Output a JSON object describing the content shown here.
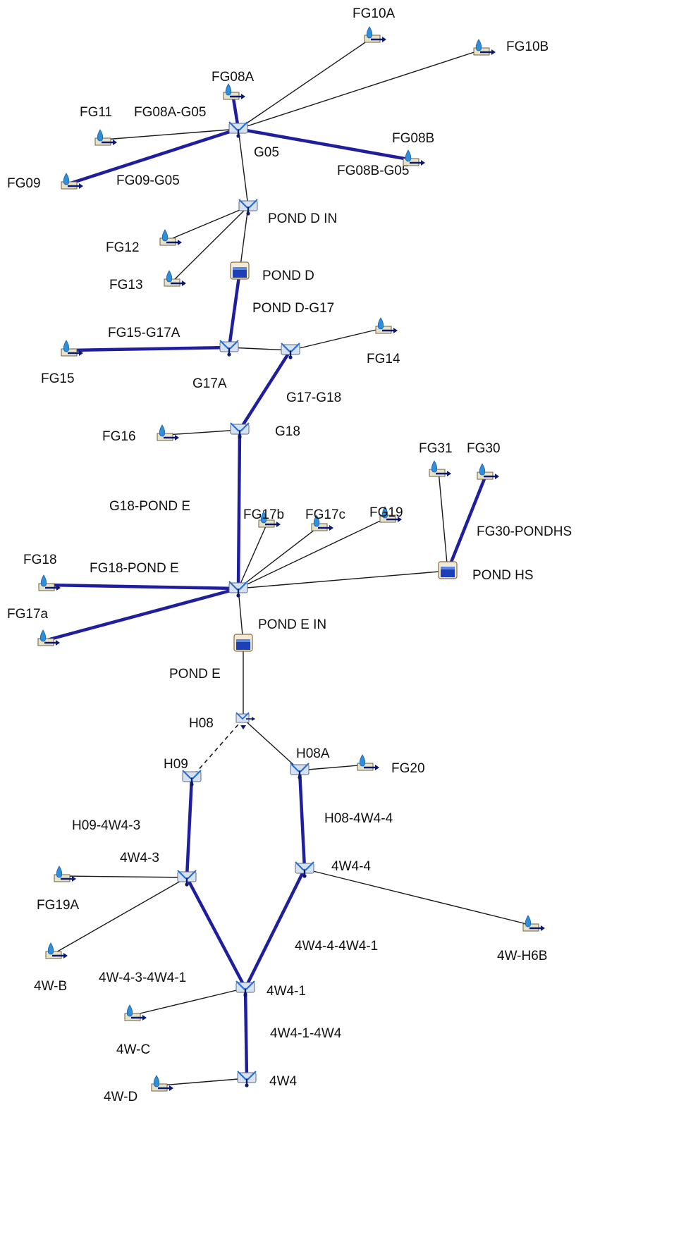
{
  "colors": {
    "link_thin": "#1a1a1a",
    "link_main": "#1f1f9e",
    "catchment_water": "#2f8fd8",
    "node_blue": "#2d6fd0",
    "pond_fill": "#1d3fb8",
    "pond_frame": "#8a6a3a"
  },
  "nodes": [
    {
      "id": "FG10A",
      "label": "FG10A",
      "icon": "catchment-icon"
    },
    {
      "id": "FG10B",
      "label": "FG10B",
      "icon": "catchment-icon"
    },
    {
      "id": "FG08A",
      "label": "FG08A",
      "icon": "catchment-icon"
    },
    {
      "id": "FG11",
      "label": "FG11",
      "icon": "catchment-icon"
    },
    {
      "id": "G05",
      "label": "G05",
      "icon": "junction-icon"
    },
    {
      "id": "FG08B",
      "label": "FG08B",
      "icon": "catchment-icon"
    },
    {
      "id": "FG09",
      "label": "FG09",
      "icon": "catchment-icon"
    },
    {
      "id": "PONDDIN",
      "label": "POND D IN",
      "icon": "junction-icon"
    },
    {
      "id": "FG12",
      "label": "FG12",
      "icon": "catchment-icon"
    },
    {
      "id": "FG13",
      "label": "FG13",
      "icon": "catchment-icon"
    },
    {
      "id": "PONDD",
      "label": "POND D",
      "icon": "pond-icon"
    },
    {
      "id": "FG14",
      "label": "FG14",
      "icon": "catchment-icon"
    },
    {
      "id": "FG15",
      "label": "FG15",
      "icon": "catchment-icon"
    },
    {
      "id": "G17A",
      "label": "G17A",
      "icon": "junction-icon"
    },
    {
      "id": "G17",
      "label": "",
      "icon": "junction-icon"
    },
    {
      "id": "FG16",
      "label": "FG16",
      "icon": "catchment-icon"
    },
    {
      "id": "G18",
      "label": "G18",
      "icon": "junction-icon"
    },
    {
      "id": "FG31",
      "label": "FG31",
      "icon": "catchment-icon"
    },
    {
      "id": "FG30",
      "label": "FG30",
      "icon": "catchment-icon"
    },
    {
      "id": "FG17b",
      "label": "FG17b",
      "icon": "catchment-icon"
    },
    {
      "id": "FG17c",
      "label": "FG17c",
      "icon": "catchment-icon"
    },
    {
      "id": "FG19",
      "label": "FG19",
      "icon": "catchment-icon"
    },
    {
      "id": "FG18",
      "label": "FG18",
      "icon": "catchment-icon"
    },
    {
      "id": "PONDHS",
      "label": "POND HS",
      "icon": "pond-icon"
    },
    {
      "id": "PONDEIN",
      "label": "POND E IN",
      "icon": "junction-icon"
    },
    {
      "id": "FG17a",
      "label": "FG17a",
      "icon": "catchment-icon"
    },
    {
      "id": "PONDE",
      "label": "POND E",
      "icon": "pond-icon"
    },
    {
      "id": "H08",
      "label": "H08",
      "icon": "outfall-icon"
    },
    {
      "id": "H09",
      "label": "H09",
      "icon": "junction-icon"
    },
    {
      "id": "H08A",
      "label": "H08A",
      "icon": "junction-icon"
    },
    {
      "id": "FG20",
      "label": "FG20",
      "icon": "catchment-icon"
    },
    {
      "id": "4W4-3",
      "label": "4W4-3",
      "icon": "junction-icon"
    },
    {
      "id": "4W4-4",
      "label": "4W4-4",
      "icon": "junction-icon"
    },
    {
      "id": "FG19A",
      "label": "FG19A",
      "icon": "catchment-icon"
    },
    {
      "id": "4W-B",
      "label": "4W-B",
      "icon": "catchment-icon"
    },
    {
      "id": "4W-H6B",
      "label": "4W-H6B",
      "icon": "catchment-icon"
    },
    {
      "id": "4W4-1",
      "label": "4W4-1",
      "icon": "junction-icon"
    },
    {
      "id": "4W-C",
      "label": "4W-C",
      "icon": "catchment-icon"
    },
    {
      "id": "4W4",
      "label": "4W4",
      "icon": "junction-icon"
    },
    {
      "id": "4W-D",
      "label": "4W-D",
      "icon": "catchment-icon"
    }
  ],
  "links": [
    {
      "from": "FG08A",
      "to": "G05",
      "kind": "main",
      "label": "FG08A-G05"
    },
    {
      "from": "FG10A",
      "to": "G05",
      "kind": "thin",
      "label": ""
    },
    {
      "from": "FG10B",
      "to": "G05",
      "kind": "thin",
      "label": ""
    },
    {
      "from": "FG11",
      "to": "G05",
      "kind": "thin",
      "label": ""
    },
    {
      "from": "FG09",
      "to": "G05",
      "kind": "main",
      "label": "FG09-G05"
    },
    {
      "from": "FG08B",
      "to": "G05",
      "kind": "main",
      "label": "FG08B-G05"
    },
    {
      "from": "G05",
      "to": "PONDDIN",
      "kind": "thin",
      "label": ""
    },
    {
      "from": "FG12",
      "to": "PONDDIN",
      "kind": "thin",
      "label": ""
    },
    {
      "from": "FG13",
      "to": "PONDDIN",
      "kind": "thin",
      "label": ""
    },
    {
      "from": "PONDDIN",
      "to": "PONDD",
      "kind": "thin",
      "label": ""
    },
    {
      "from": "PONDD",
      "to": "G17A",
      "kind": "main",
      "label": "POND D-G17"
    },
    {
      "from": "FG15",
      "to": "G17A",
      "kind": "main",
      "label": "FG15-G17A"
    },
    {
      "from": "G17A",
      "to": "G17",
      "kind": "thin",
      "label": ""
    },
    {
      "from": "FG14",
      "to": "G17",
      "kind": "thin",
      "label": ""
    },
    {
      "from": "G17",
      "to": "G18",
      "kind": "main",
      "label": "G17-G18"
    },
    {
      "from": "FG16",
      "to": "G18",
      "kind": "thin",
      "label": ""
    },
    {
      "from": "G18",
      "to": "PONDEIN",
      "kind": "main",
      "label": "G18-POND E"
    },
    {
      "from": "FG17b",
      "to": "PONDEIN",
      "kind": "thin",
      "label": ""
    },
    {
      "from": "FG17c",
      "to": "PONDEIN",
      "kind": "thin",
      "label": ""
    },
    {
      "from": "FG19",
      "to": "PONDEIN",
      "kind": "thin",
      "label": ""
    },
    {
      "from": "PONDHS",
      "to": "PONDEIN",
      "kind": "thin",
      "label": ""
    },
    {
      "from": "FG31",
      "to": "PONDHS",
      "kind": "thin",
      "label": ""
    },
    {
      "from": "FG30",
      "to": "PONDHS",
      "kind": "main",
      "label": "FG30-PONDHS"
    },
    {
      "from": "FG18",
      "to": "PONDEIN",
      "kind": "main",
      "label": "FG18-POND E"
    },
    {
      "from": "FG17a",
      "to": "PONDEIN",
      "kind": "main",
      "label": ""
    },
    {
      "from": "PONDEIN",
      "to": "PONDE",
      "kind": "thin",
      "label": ""
    },
    {
      "from": "PONDE",
      "to": "H08",
      "kind": "thin",
      "label": ""
    },
    {
      "from": "H08",
      "to": "H09",
      "kind": "dashed",
      "label": ""
    },
    {
      "from": "H08",
      "to": "H08A",
      "kind": "thin",
      "label": ""
    },
    {
      "from": "FG20",
      "to": "H08A",
      "kind": "thin",
      "label": ""
    },
    {
      "from": "H09",
      "to": "4W4-3",
      "kind": "main",
      "label": "H09-4W4-3"
    },
    {
      "from": "H08A",
      "to": "4W4-4",
      "kind": "main",
      "label": "H08-4W4-4"
    },
    {
      "from": "FG19A",
      "to": "4W4-3",
      "kind": "thin",
      "label": ""
    },
    {
      "from": "4W-B",
      "to": "4W4-3",
      "kind": "thin",
      "label": ""
    },
    {
      "from": "4W-H6B",
      "to": "4W4-4",
      "kind": "thin",
      "label": ""
    },
    {
      "from": "4W4-3",
      "to": "4W4-1",
      "kind": "main",
      "label": "4W-4-3-4W4-1"
    },
    {
      "from": "4W4-4",
      "to": "4W4-1",
      "kind": "main",
      "label": "4W4-4-4W4-1"
    },
    {
      "from": "4W-C",
      "to": "4W4-1",
      "kind": "thin",
      "label": ""
    },
    {
      "from": "4W4-1",
      "to": "4W4",
      "kind": "main",
      "label": "4W4-1-4W4"
    },
    {
      "from": "4W-D",
      "to": "4W4",
      "kind": "thin",
      "label": ""
    }
  ]
}
